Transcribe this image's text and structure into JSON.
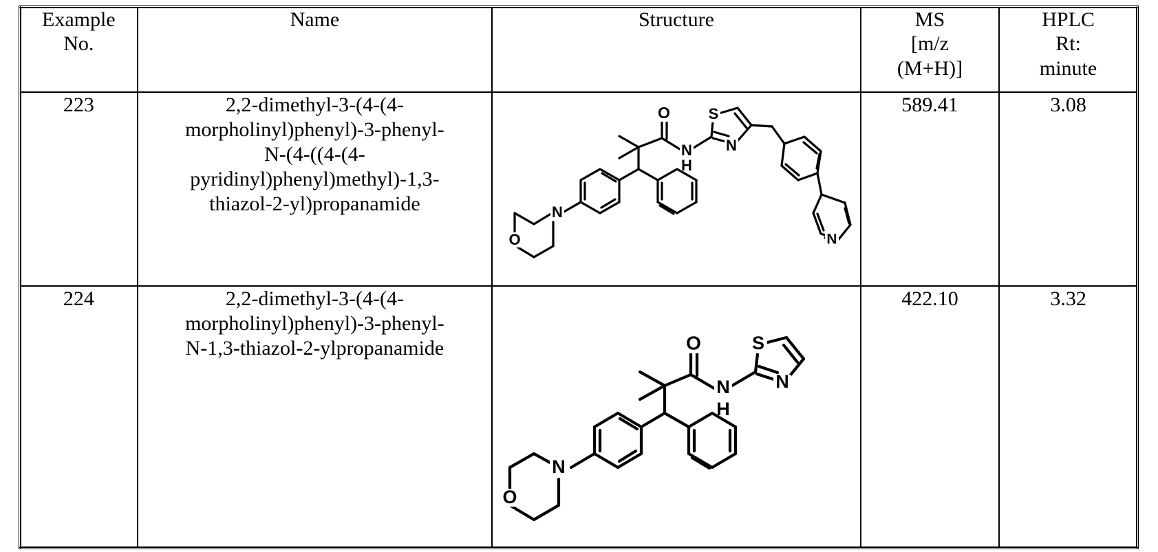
{
  "table": {
    "headers": [
      {
        "id": "example-no",
        "lines": [
          "Example",
          "No."
        ]
      },
      {
        "id": "name",
        "lines": [
          "Name"
        ]
      },
      {
        "id": "structure",
        "lines": [
          "Structure"
        ]
      },
      {
        "id": "ms",
        "lines": [
          "MS",
          "[m/z",
          "(M+H)]"
        ]
      },
      {
        "id": "hplc",
        "lines": [
          "HPLC",
          "Rt:",
          "minute"
        ]
      }
    ],
    "rows": [
      {
        "example_no": "223",
        "name_lines": [
          "2,2-dimethyl-3-(4-(4-",
          "morpholinyl)phenyl)-3-phenyl-",
          "N-(4-((4-(4-",
          "pyridinyl)phenyl)methyl)-1,3-",
          "thiazol-2-yl)propanamide"
        ],
        "ms": "589.41",
        "rt": "3.08",
        "structure": {
          "name": "chemical-structure-223",
          "atom_labels": [
            "O",
            "N",
            "H",
            "S",
            "N",
            "O",
            "N",
            "N"
          ],
          "description": "2,2-dimethyl-3-(4-(4-morpholinyl)phenyl)-3-phenyl-N-(4-((4-(4-pyridinyl)phenyl)methyl)-1,3-thiazol-2-yl)propanamide"
        }
      },
      {
        "example_no": "224",
        "name_lines": [
          "2,2-dimethyl-3-(4-(4-",
          "morpholinyl)phenyl)-3-phenyl-",
          "N-1,3-thiazol-2-ylpropanamide"
        ],
        "ms": "422.10",
        "rt": "3.32",
        "structure": {
          "name": "chemical-structure-224",
          "atom_labels": [
            "O",
            "N",
            "H",
            "S",
            "N",
            "O",
            "N"
          ],
          "description": "2,2-dimethyl-3-(4-(4-morpholinyl)phenyl)-3-phenyl-N-1,3-thiazol-2-ylpropanamide"
        }
      }
    ]
  },
  "colors": {
    "ink": "#000000",
    "paper": "#ffffff"
  }
}
